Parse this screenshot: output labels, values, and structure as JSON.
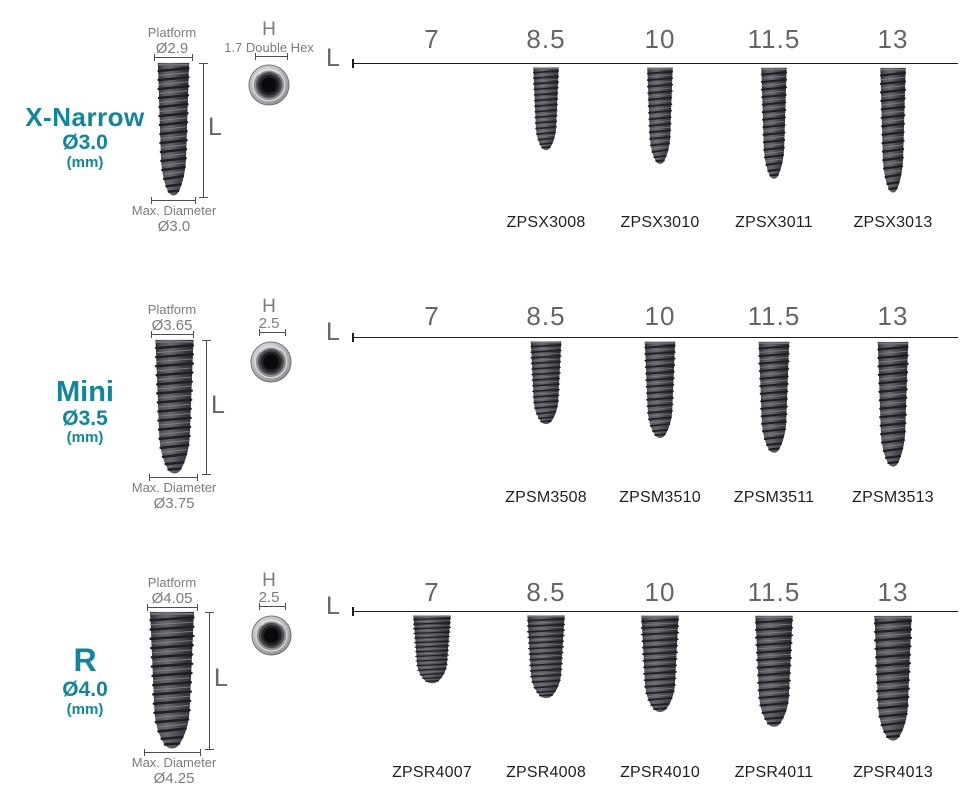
{
  "colors": {
    "accent_teal": "#0f869b",
    "label_gray": "#7b7c80",
    "axis_black": "#1c1c1c",
    "code_text": "#1f1f1f",
    "implant_body": "#4a4a50"
  },
  "columns": [
    "7",
    "8.5",
    "10",
    "11.5",
    "13"
  ],
  "rows": [
    {
      "name": "X-Narrow",
      "diameter": "Ø3.0",
      "unit": "(mm)",
      "platform": {
        "label": "Platform",
        "value": "Ø2.9"
      },
      "max_diameter": {
        "label": "Max. Diameter",
        "value": "Ø3.0"
      },
      "hex": {
        "label": "H",
        "value": "1.7 Double Hex"
      },
      "length_label": "L",
      "axis_label": "L",
      "products": [
        {
          "length": "7",
          "code": ""
        },
        {
          "length": "8.5",
          "code": "ZPSX3008"
        },
        {
          "length": "10",
          "code": "ZPSX3010"
        },
        {
          "length": "11.5",
          "code": "ZPSX3011"
        },
        {
          "length": "13",
          "code": "ZPSX3013"
        }
      ]
    },
    {
      "name": "Mini",
      "diameter": "Ø3.5",
      "unit": "(mm)",
      "platform": {
        "label": "Platform",
        "value": "Ø3.65"
      },
      "max_diameter": {
        "label": "Max. Diameter",
        "value": "Ø3.75"
      },
      "hex": {
        "label": "H",
        "value": "2.5"
      },
      "length_label": "L",
      "axis_label": "L",
      "products": [
        {
          "length": "7",
          "code": ""
        },
        {
          "length": "8.5",
          "code": "ZPSM3508"
        },
        {
          "length": "10",
          "code": "ZPSM3510"
        },
        {
          "length": "11.5",
          "code": "ZPSM3511"
        },
        {
          "length": "13",
          "code": "ZPSM3513"
        }
      ]
    },
    {
      "name": "R",
      "diameter": "Ø4.0",
      "unit": "(mm)",
      "platform": {
        "label": "Platform",
        "value": "Ø4.05"
      },
      "max_diameter": {
        "label": "Max. Diameter",
        "value": "Ø4.25"
      },
      "hex": {
        "label": "H",
        "value": "2.5"
      },
      "length_label": "L",
      "axis_label": "L",
      "products": [
        {
          "length": "7",
          "code": "ZPSR4007"
        },
        {
          "length": "8.5",
          "code": "ZPSR4008"
        },
        {
          "length": "10",
          "code": "ZPSR4010"
        },
        {
          "length": "11.5",
          "code": "ZPSR4011"
        },
        {
          "length": "13",
          "code": "ZPSR4013"
        }
      ]
    }
  ]
}
